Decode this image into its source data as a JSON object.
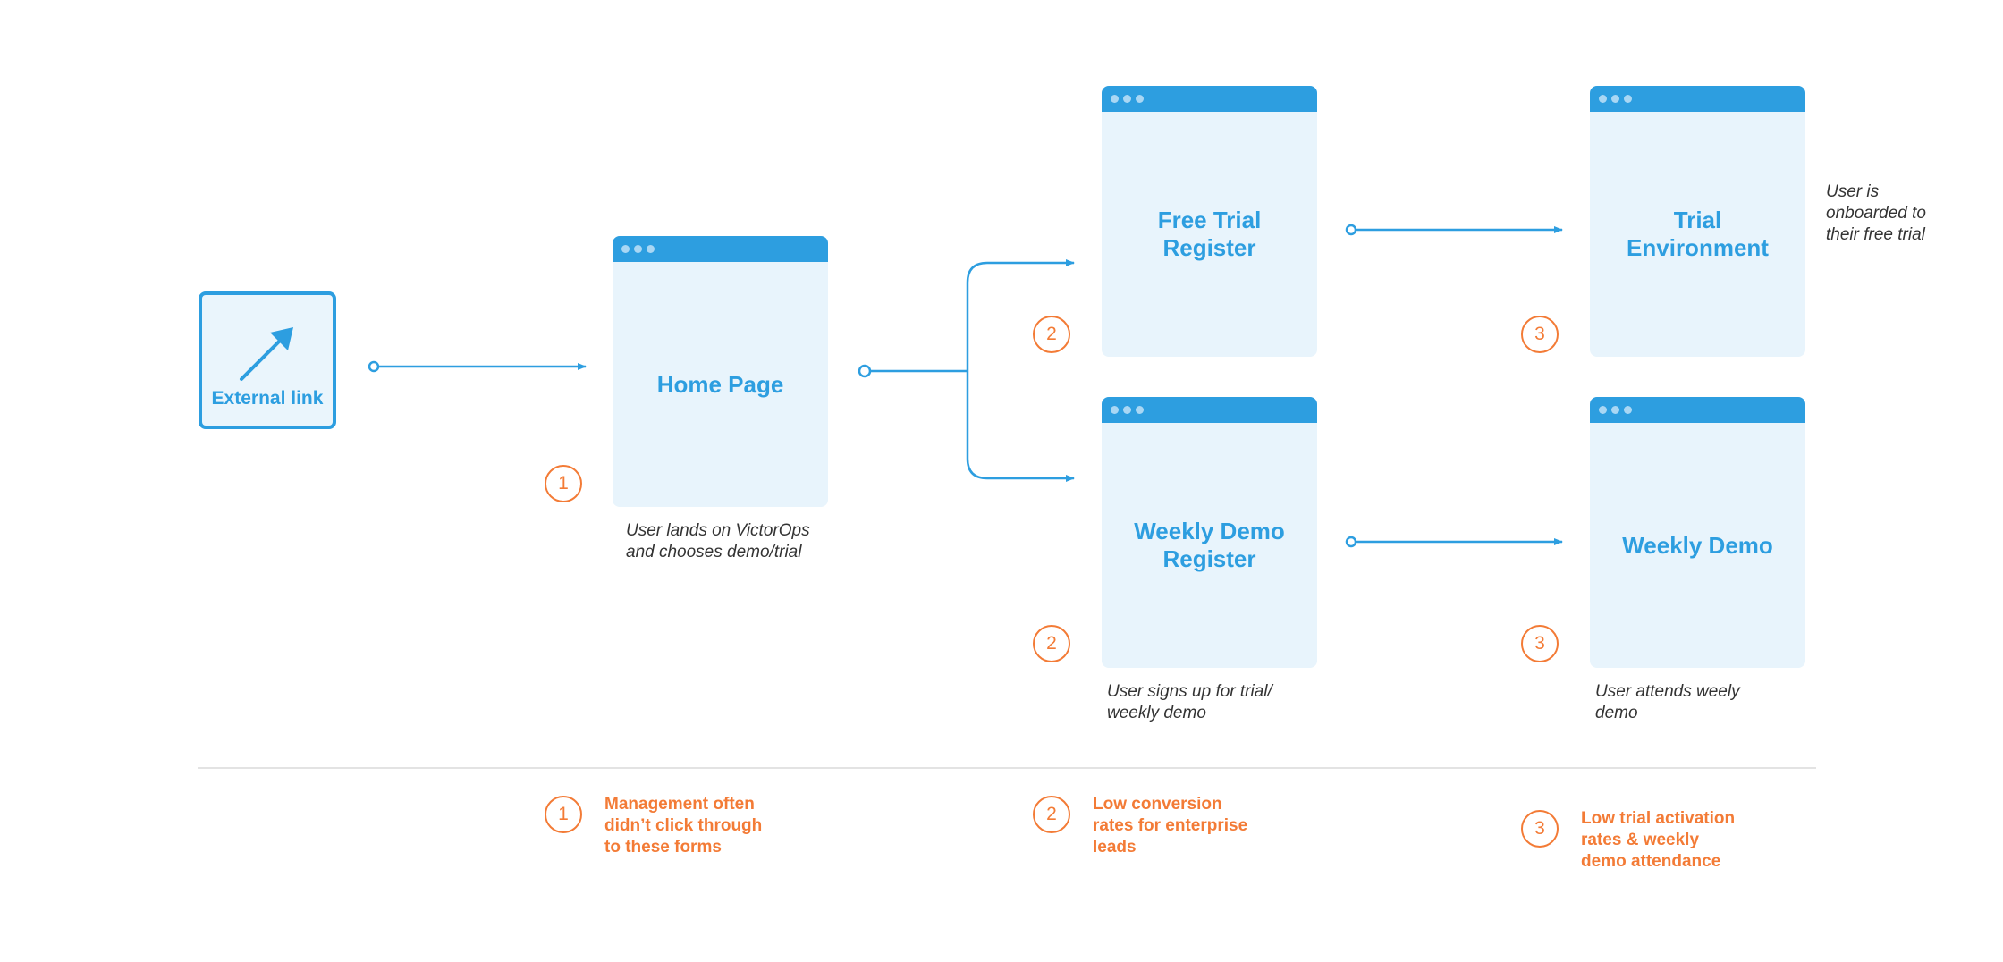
{
  "external_link": {
    "label": "External link"
  },
  "home_page": {
    "title": "Home Page",
    "step": "1",
    "caption": "User lands on VictorOps\nand chooses demo/trial"
  },
  "free_trial_register": {
    "title": "Free Trial\nRegister",
    "step": "2"
  },
  "weekly_demo_register": {
    "title": "Weekly Demo\nRegister",
    "step": "2",
    "caption": "User signs up for trial/\nweekly demo"
  },
  "trial_environment": {
    "title": "Trial\nEnvironment",
    "step": "3",
    "caption": "User is\nonboarded to\ntheir free trial"
  },
  "weekly_demo": {
    "title": "Weekly Demo",
    "step": "3",
    "caption": "User attends weely\ndemo"
  },
  "notes": [
    {
      "number": "1",
      "text": "Management often\ndidn’t click through\nto these forms"
    },
    {
      "number": "2",
      "text": "Low conversion\nrates for enterprise\nleads"
    },
    {
      "number": "3",
      "text": "Low trial activation\nrates & weekly\ndemo attendance"
    }
  ],
  "colors": {
    "primary": "#2D9EE0",
    "window_fill": "#E8F4FC",
    "accent": "#F37B36",
    "text": "#333333",
    "divider": "#E3E3E3"
  }
}
